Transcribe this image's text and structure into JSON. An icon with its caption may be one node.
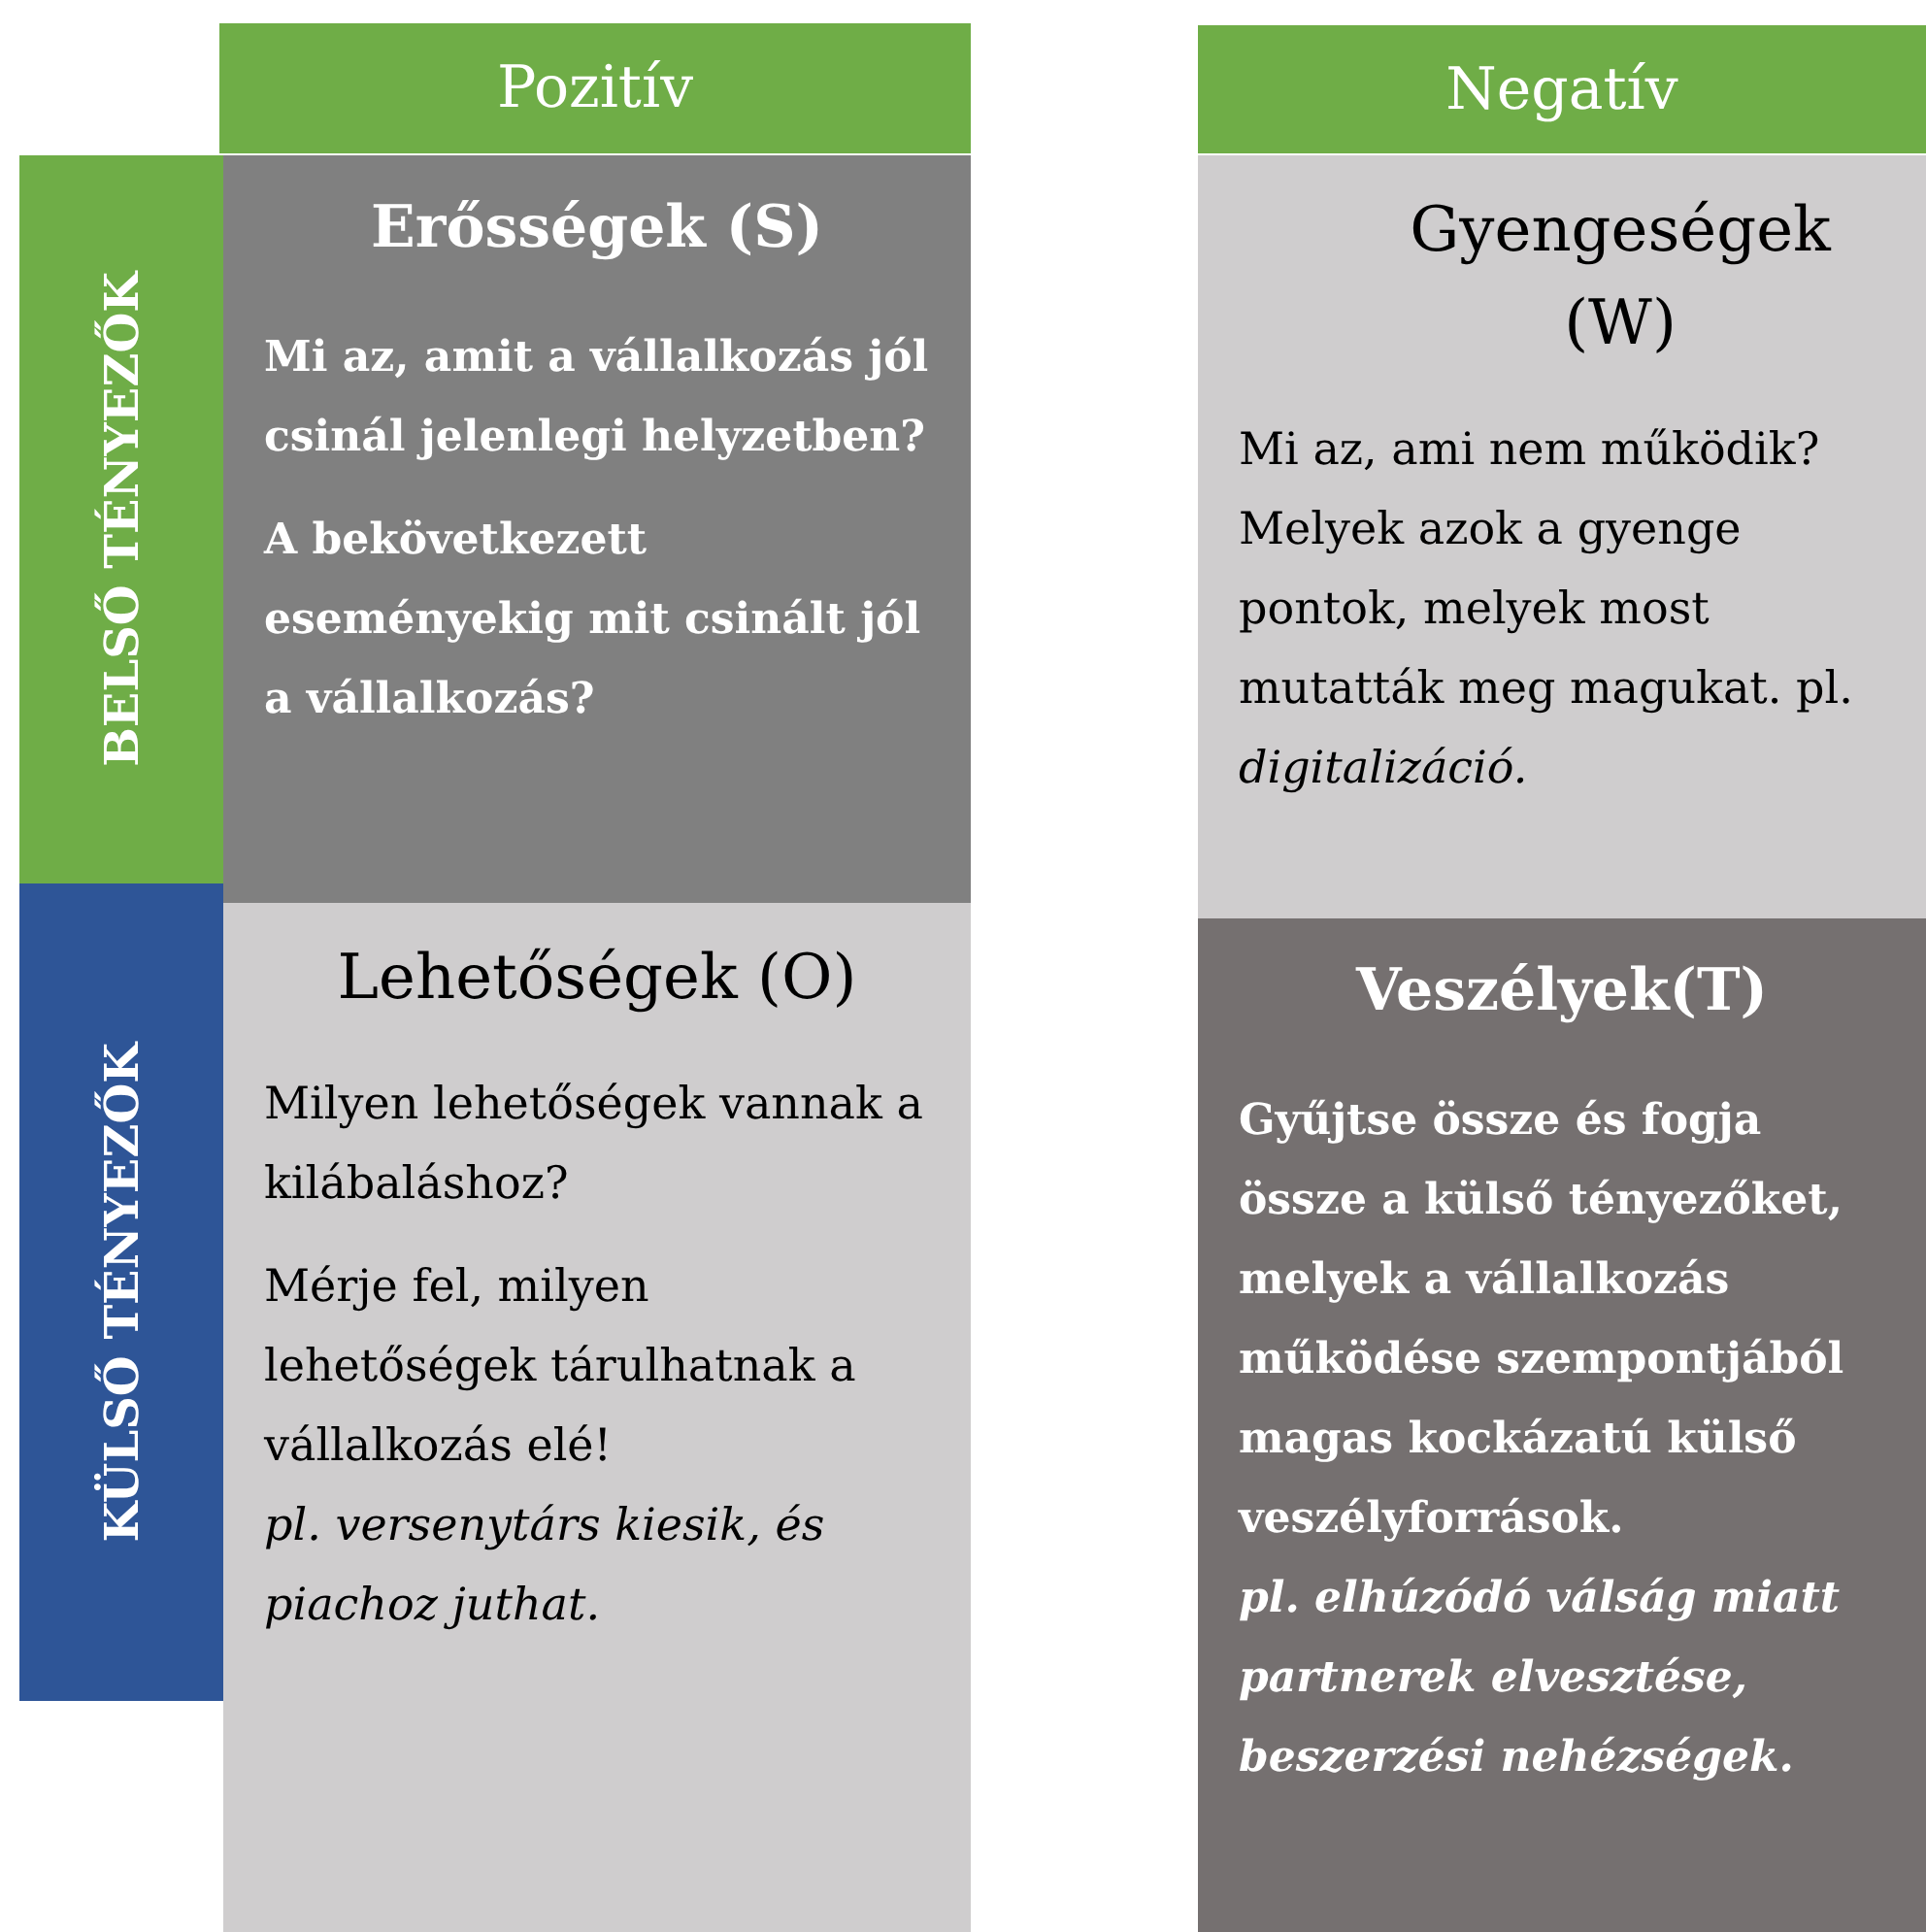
{
  "diagram": {
    "nodes": [
      {
        "text": [
          "Pozitív"
        ]
      },
      {
        "text": [
          "Negatív"
        ]
      },
      {
        "text": [
          "BELSŐ TÉNYEZŐK"
        ]
      },
      {
        "text": [
          "Erősségek (S)",
          "Mi az, amit a vállalkozás jól csinál jelenlegi helyzetben?",
          "A bekövetkezett eseményekig mit csinált jól a vállalkozás?"
        ]
      },
      {
        "text": [
          "Gyengeségek (W)",
          "Mi az, ami nem működik? Melyek azok a gyenge pontok, melyek most mutatták meg magukat. pl. *digitalizáció.*"
        ]
      },
      {
        "text": [
          "KÜLSŐ TÉNYEZŐK"
        ]
      },
      {
        "text": [
          "Lehetőségek (O)",
          "Milyen lehetőségek vannak a kilábaláshoz?",
          "Mérje fel, milyen lehetőségek tárulhatnak a vállalkozás elé! *pl. versenytárs kiesik, és piachoz juthat.*"
        ]
      },
      {
        "text": [
          "Veszélyek(T)",
          "Gyűjtse össze és fogja össze a külső tényezőket, melyek a vállalkozás működése szempontjából magas kockázatú külső veszélyforrások. *pl. elhúzódó válság miatt partnerek elvesztése, beszerzési nehézségek.*"
        ]
      }
    ]
  }
}
